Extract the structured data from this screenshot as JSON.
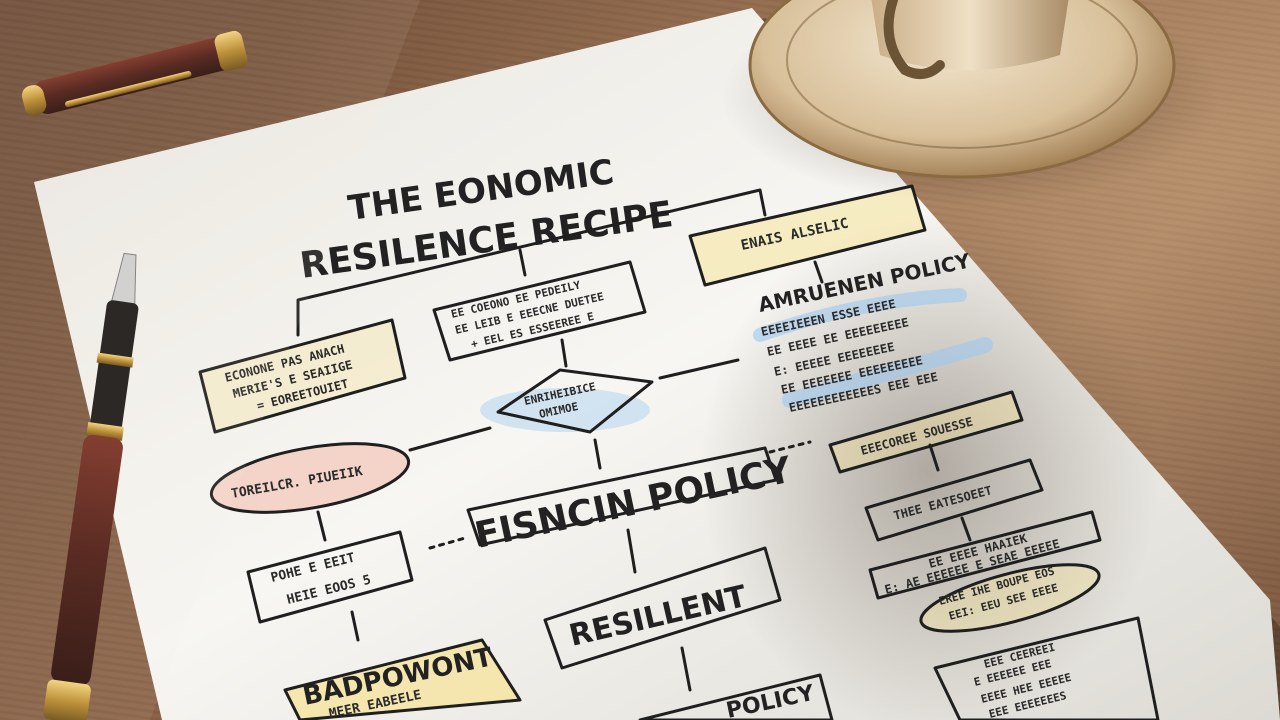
{
  "title": {
    "line1": "THE EONOMIC",
    "line2": "RESILENCE RECIPE"
  },
  "nodes": {
    "top_right_box": "ENAIS ALSELIC",
    "policy_heading": "AMRUENEN POLICY",
    "left_box": [
      "ECONONE PAS ANACH",
      "MERIE'S E SEAIIGE",
      "= EOREETOUIET"
    ],
    "center_box": [
      "EE COEONO EE PEDEILY",
      "EE LEIB E EEECNE DUETEE",
      "+ EEL ES ESSEEREE E"
    ],
    "diamond": [
      "ENRIHEIBICE",
      "OMIMOE"
    ],
    "oval_left": "TOREILCR. PIUEIIK",
    "fiscal_policy": "FISNCIN POLICY",
    "left_mid_box": [
      "POHE E EEIT",
      "HEIE EOOS 5"
    ],
    "resilient": "RESILLENT",
    "bottom_left": [
      "BADPOWONT",
      "MEER EABEELE"
    ],
    "bottom_center": "POLICY",
    "right_box_1": "EEECOREE SOUESSE",
    "right_box_2": "THEE EATESOEET",
    "right_box_3": "EE EEEE HAAIEK",
    "right_line_4": "E: AE EEEEEE E SEAE EEEEE",
    "right_oval": [
      "EREE IHE BOUPE EOS",
      "EEI: EEU SEE EEEE"
    ],
    "right_bottom_box": [
      "EEE CEEREEI",
      "E EEEEEE EEE",
      "EEEE HEE EEEEE",
      "EEE EEEEEEES"
    ],
    "right_list": [
      "EEEEIEEEN ESSE EEEE",
      "EE EEEE EE EEEEEEEEE",
      "E: EEEEE EEEEEEEE",
      "EE EEEEEEE EEEEEEEEE",
      "EEEEEEEEEEEES EEE EEE"
    ]
  },
  "colors": {
    "paper": "#f4f3ef",
    "ink": "#222222",
    "highlight_yellow": "#f5e39a",
    "highlight_blue": "#9cc8ef",
    "highlight_pink": "#f3c6b8",
    "wood": "#8a6246"
  },
  "objects": [
    "pen-icon",
    "fountain-pen-icon",
    "coffee-cup-icon",
    "saucer-icon"
  ]
}
